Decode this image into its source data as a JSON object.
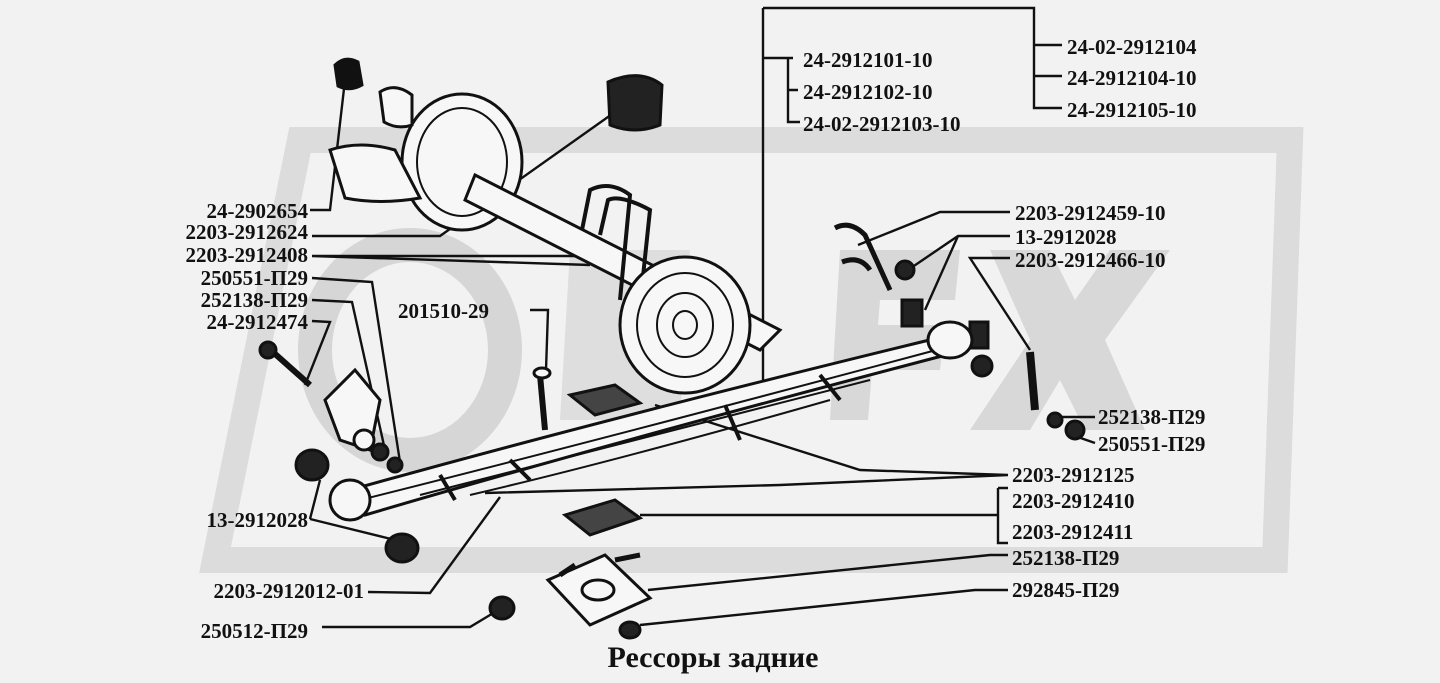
{
  "caption": "Рессоры задние",
  "watermark_text": "OPEX",
  "colors": {
    "line": "#111111",
    "watermark": "#d9d9d9",
    "background": "#f2f2f2"
  },
  "labels": {
    "l_24_2912101_10": "24-2912101-10",
    "l_24_2912102_10": "24-2912102-10",
    "l_24_02_2912103_10": "24-02-2912103-10",
    "l_24_02_2912104": "24-02-2912104",
    "l_24_2912104_10": "24-2912104-10",
    "l_24_2912105_10": "24-2912105-10",
    "l_24_2902654": "24-2902654",
    "l_2203_2912624": "2203-2912624",
    "l_2203_2912408": "2203-2912408",
    "l_250551_p29_left": "250551-П29",
    "l_252138_p29_left": "252138-П29",
    "l_24_2912474": "24-2912474",
    "l_201510_29": "201510-29",
    "l_2203_2912459_10": "2203-2912459-10",
    "l_13_2912028_right": "13-2912028",
    "l_2203_2912466_10": "2203-2912466-10",
    "l_252138_p29_right": "252138-П29",
    "l_250551_p29_right": "250551-П29",
    "l_2203_2912125": "2203-2912125",
    "l_2203_2912410": "2203-2912410",
    "l_2203_2912411": "2203-2912411",
    "l_252138_p29_bottom": "252138-П29",
    "l_292845_p29": "292845-П29",
    "l_13_2912028_left": "13-2912028",
    "l_2203_2912012_01": "2203-2912012-01",
    "l_250512_p29": "250512-П29"
  }
}
